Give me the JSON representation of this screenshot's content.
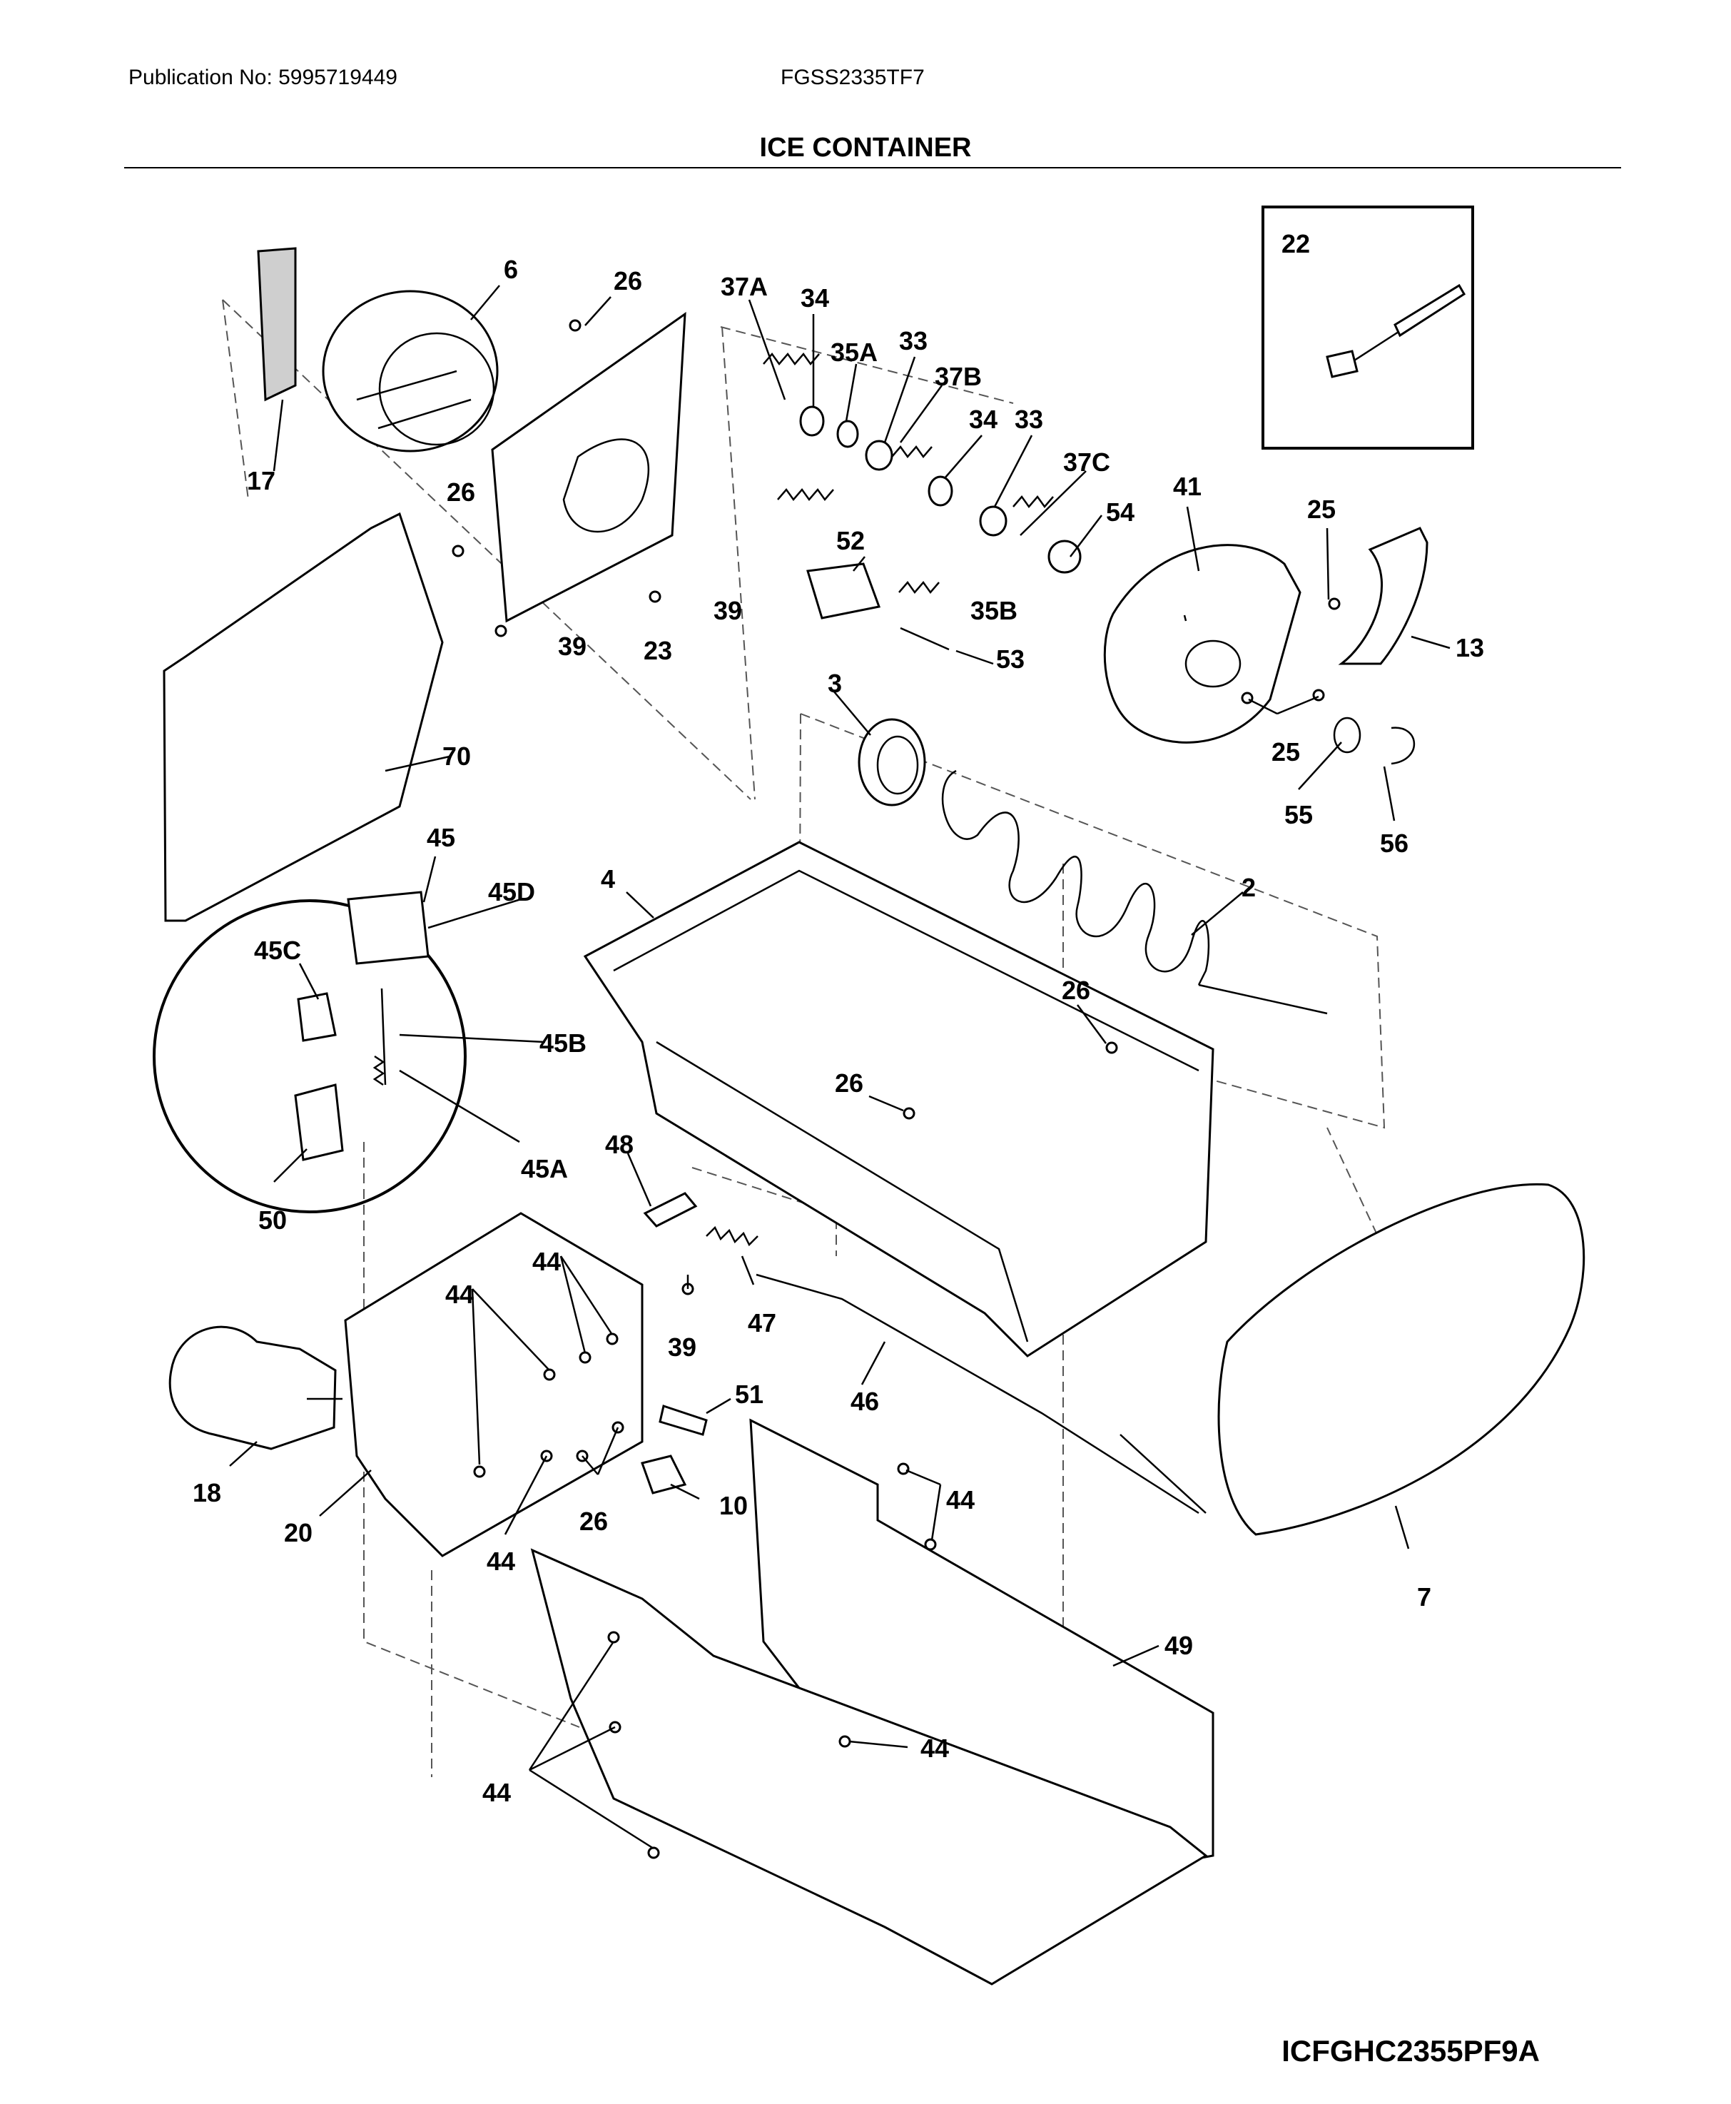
{
  "header": {
    "publication": "Publication No: 5995719449",
    "model": "FGSS2335TF7",
    "title": "ICE CONTAINER"
  },
  "footer": {
    "diagram_code": "ICFGHC2355PF9A"
  },
  "labels": {
    "l6": "6",
    "l26a": "26",
    "l37a": "37A",
    "l34a": "34",
    "l35a": "35A",
    "l33a": "33",
    "l37b": "37B",
    "l34b": "34",
    "l33b": "33",
    "l37c": "37C",
    "l22": "22",
    "l17": "17",
    "l26b": "26",
    "l41": "41",
    "l25a": "25",
    "l54": "54",
    "l52": "52",
    "l39a": "39",
    "l39b": "39",
    "l23": "23",
    "l35b": "35B",
    "l53": "53",
    "l13": "13",
    "l3": "3",
    "l70": "70",
    "l25b": "25",
    "l55": "55",
    "l56": "56",
    "l45": "45",
    "l45d": "45D",
    "l4": "4",
    "l2": "2",
    "l45c": "45C",
    "l26c": "26",
    "l45b": "45B",
    "l26d": "26",
    "l48": "48",
    "l45a": "45A",
    "l50": "50",
    "l44a": "44",
    "l44b": "44",
    "l39c": "39",
    "l47": "47",
    "l51": "51",
    "l46": "46",
    "l18": "18",
    "l10": "10",
    "l44c": "44",
    "l20": "20",
    "l26e": "26",
    "l44d": "44",
    "l7": "7",
    "l49": "49",
    "l44e": "44",
    "l44f": "44"
  }
}
